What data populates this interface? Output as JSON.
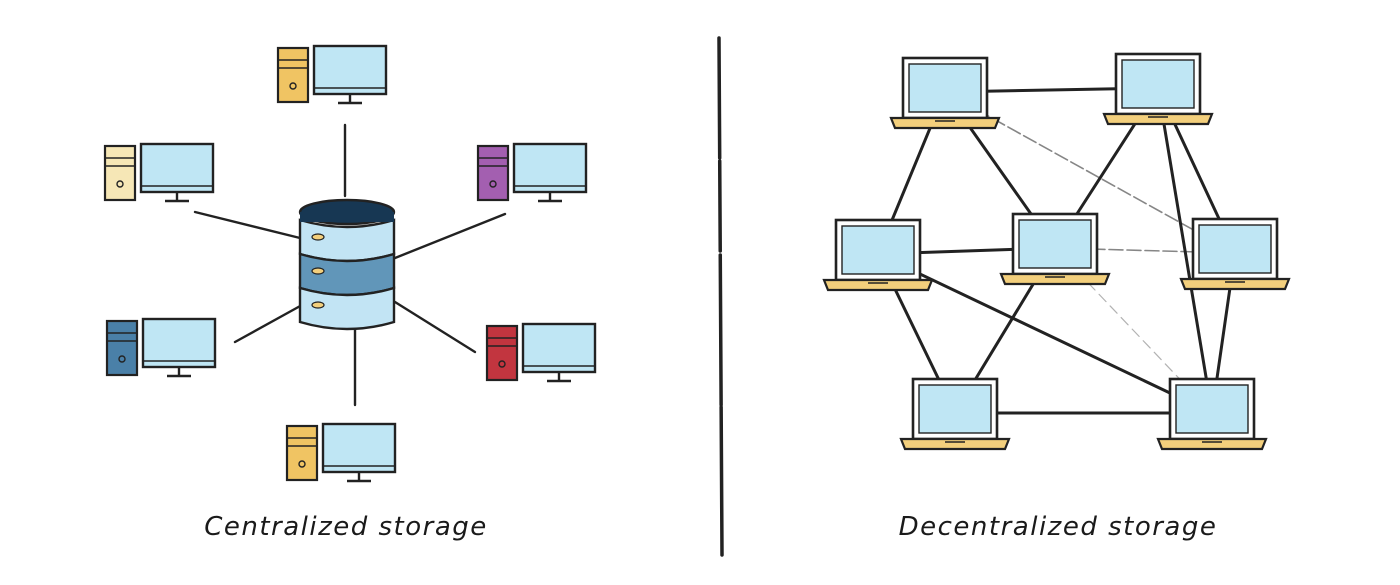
{
  "captions": {
    "left": "Centralized storage",
    "right": "Decentralized storage"
  },
  "colors": {
    "stroke": "#222222",
    "screen": "#bfe6f4",
    "laptop_base": "#f3cf7c",
    "db_top": "#173753",
    "db_mid": "#6196b9",
    "db_light": "#c2e4f4",
    "tower_yellow": "#f0c463",
    "tower_cream": "#f6e7b6",
    "tower_purple": "#a35fb0",
    "tower_blue": "#4a80a8",
    "tower_red": "#c2353f"
  },
  "centralized": {
    "hub_icon": "database-icon",
    "clients": [
      {
        "id": "top",
        "tower_color": "tower_yellow"
      },
      {
        "id": "upper-left",
        "tower_color": "tower_cream"
      },
      {
        "id": "upper-right",
        "tower_color": "tower_purple"
      },
      {
        "id": "lower-left",
        "tower_color": "tower_blue"
      },
      {
        "id": "lower-right",
        "tower_color": "tower_red"
      },
      {
        "id": "bottom",
        "tower_color": "tower_yellow"
      }
    ]
  },
  "decentralized": {
    "node_icon": "laptop-icon",
    "nodes": [
      "A",
      "B",
      "C",
      "D",
      "E",
      "F",
      "G"
    ],
    "links": [
      [
        "A",
        "B",
        "solid"
      ],
      [
        "A",
        "C",
        "solid"
      ],
      [
        "A",
        "D",
        "solid"
      ],
      [
        "A",
        "E",
        "light"
      ],
      [
        "B",
        "D",
        "solid"
      ],
      [
        "B",
        "E",
        "solid"
      ],
      [
        "B",
        "G",
        "solid"
      ],
      [
        "C",
        "D",
        "solid"
      ],
      [
        "C",
        "F",
        "solid"
      ],
      [
        "C",
        "G",
        "solid"
      ],
      [
        "D",
        "E",
        "light"
      ],
      [
        "D",
        "F",
        "solid"
      ],
      [
        "D",
        "G",
        "faint"
      ],
      [
        "E",
        "G",
        "solid"
      ],
      [
        "F",
        "G",
        "solid"
      ]
    ]
  }
}
